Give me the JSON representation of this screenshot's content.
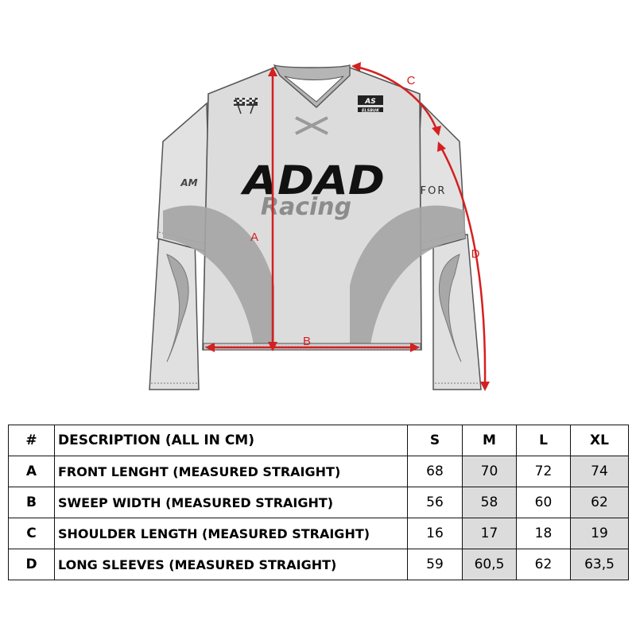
{
  "graphic": {
    "front_print": "ADAD",
    "script_print": "Racing",
    "left_sleeve_print": "AM",
    "right_sleeve_print": "FOR",
    "badge_top": "AS",
    "badge_bottom": "ELSBUK"
  },
  "dimension_labels": {
    "a": "A",
    "b": "B",
    "c": "C",
    "d": "D"
  },
  "colors": {
    "dimension_lines": "#d42020",
    "shirt_body": "#dcdcdc",
    "shaded_columns": "#dcdcdc"
  },
  "table": {
    "headers": [
      "#",
      "DESCRIPTION (ALL IN CM)",
      "S",
      "M",
      "L",
      "XL"
    ],
    "rows": [
      {
        "key": "A",
        "description": "FRONT LENGHT (MEASURED STRAIGHT)",
        "s": "68",
        "m": "70",
        "l": "72",
        "xl": "74"
      },
      {
        "key": "B",
        "description": "SWEEP WIDTH (MEASURED STRAIGHT)",
        "s": "56",
        "m": "58",
        "l": "60",
        "xl": "62"
      },
      {
        "key": "C",
        "description": "SHOULDER LENGTH (MEASURED STRAIGHT)",
        "s": "16",
        "m": "17",
        "l": "18",
        "xl": "19"
      },
      {
        "key": "D",
        "description": "LONG SLEEVES (MEASURED STRAIGHT)",
        "s": "59",
        "m": "60,5",
        "l": "62",
        "xl": "63,5"
      }
    ]
  }
}
